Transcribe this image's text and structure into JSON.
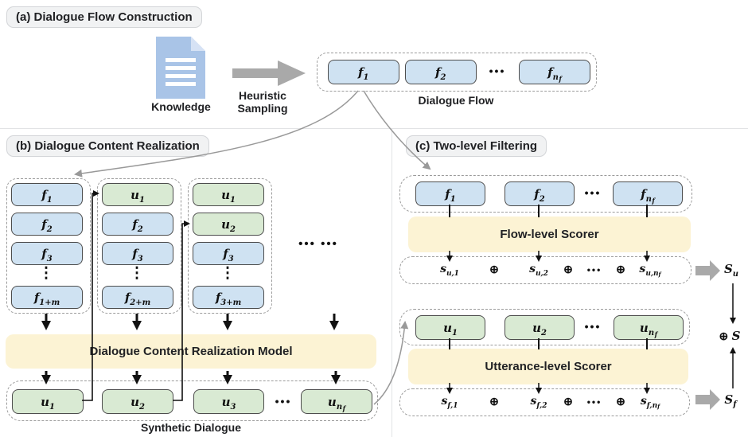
{
  "labels": {
    "a": "(a) Dialogue Flow Construction",
    "b": "(b) Dialogue Content Realization",
    "c": "(c) Two-level Filtering"
  },
  "colors": {
    "flow_box": "#cfe2f2",
    "utterance_box": "#d9ead3",
    "scorer_box": "#fcf3d4",
    "arrow_gray": "#a9a9a9",
    "knowledge_icon": "#a9c4e7"
  },
  "a": {
    "knowledge_caption": "Knowledge",
    "arrow_caption_line1": "Heuristic",
    "arrow_caption_line2": "Sampling",
    "flow_caption": "Dialogue Flow",
    "flow": [
      {
        "b": "f",
        "s": "1"
      },
      {
        "b": "f",
        "s": "2"
      },
      {
        "b": "f",
        "s": "n",
        "ss": "f"
      }
    ],
    "dots": "•••"
  },
  "b": {
    "col1": [
      {
        "b": "f",
        "s": "1"
      },
      {
        "b": "f",
        "s": "2"
      },
      {
        "b": "f",
        "s": "3"
      },
      {
        "b": "f",
        "s": "1+m"
      }
    ],
    "col2": [
      {
        "b": "u",
        "s": "1"
      },
      {
        "b": "f",
        "s": "2"
      },
      {
        "b": "f",
        "s": "3"
      },
      {
        "b": "f",
        "s": "2+m"
      }
    ],
    "col3": [
      {
        "b": "u",
        "s": "1"
      },
      {
        "b": "u",
        "s": "2"
      },
      {
        "b": "f",
        "s": "3"
      },
      {
        "b": "f",
        "s": "3+m"
      }
    ],
    "vdots": "⋮",
    "hdots": "•••  •••",
    "model_caption": "Dialogue Content Realization Model",
    "out": [
      {
        "b": "u",
        "s": "1"
      },
      {
        "b": "u",
        "s": "2"
      },
      {
        "b": "u",
        "s": "3"
      },
      {
        "b": "u",
        "s": "n",
        "ss": "f"
      }
    ],
    "out_dots": "•••",
    "caption": "Synthetic Dialogue"
  },
  "c": {
    "frow": [
      {
        "b": "f",
        "s": "1"
      },
      {
        "b": "f",
        "s": "2"
      },
      {
        "b": "f",
        "s": "n",
        "ss": "f"
      }
    ],
    "frow_dots": "•••",
    "flow_scorer": "Flow-level Scorer",
    "fscores": [
      {
        "b": "s",
        "s": "u,1"
      },
      {
        "b": "s",
        "s": "u,2"
      },
      {
        "b": "s",
        "s": "u,n",
        "ss": "f"
      }
    ],
    "urow": [
      {
        "b": "u",
        "s": "1"
      },
      {
        "b": "u",
        "s": "2"
      },
      {
        "b": "u",
        "s": "n",
        "ss": "f"
      }
    ],
    "urow_dots": "•••",
    "utterance_scorer": "Utterance-level Scorer",
    "uscores": [
      {
        "b": "s",
        "s": "f,1"
      },
      {
        "b": "s",
        "s": "f,2"
      },
      {
        "b": "s",
        "s": "f,n",
        "ss": "f"
      }
    ],
    "oplus": "⊕",
    "dots": "•••",
    "su": {
      "b": "S",
      "s": "u"
    },
    "sf": {
      "b": "S",
      "s": "f"
    },
    "total": {
      "op": "⊕",
      "b": "S"
    }
  }
}
